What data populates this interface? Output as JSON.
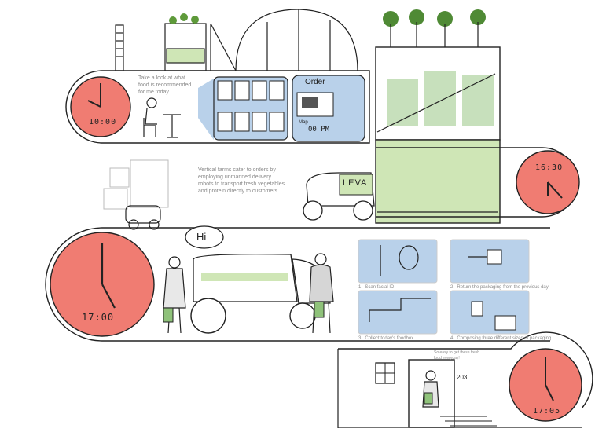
{
  "captions": {
    "recommend_line1": "Take a look at what",
    "recommend_line2": "food is recommended",
    "recommend_line3": "for me today",
    "vertical_line1": "Vertical farms cater to orders by",
    "vertical_line2": "employing unmanned delivery",
    "vertical_line3": "robots to transport fresh vegetables",
    "vertical_line4": "and protein directly to customers.",
    "speech": "Hi",
    "easy_line1": "So easy to get these fresh",
    "easy_line2": "food everyday!"
  },
  "app_panel": {
    "order_label": "Order",
    "map_label": "Map",
    "time_label": "00 PM"
  },
  "robot": {
    "brand": "LEVA"
  },
  "door": {
    "number": "203"
  },
  "clocks": [
    {
      "time": "10:00"
    },
    {
      "time": "16:30"
    },
    {
      "time": "17:00"
    },
    {
      "time": "17:05"
    }
  ],
  "steps": [
    {
      "num": "1",
      "label": "Scan facial ID"
    },
    {
      "num": "2",
      "label": "Return the packaging from the previous day"
    },
    {
      "num": "3",
      "label": "Collect today's foodbox"
    },
    {
      "num": "4",
      "label": "Composing three different sizes of packaging"
    }
  ],
  "colors": {
    "clock": "#f07c72",
    "blue": "#b9d1ea",
    "green": "#cfe6b6"
  }
}
